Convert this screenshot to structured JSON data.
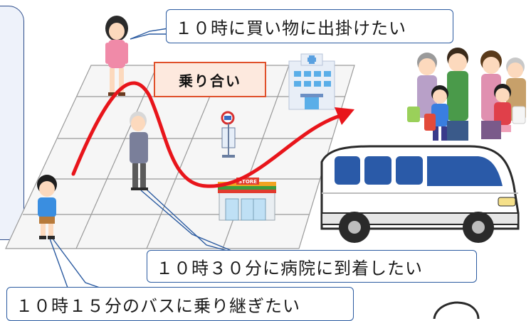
{
  "callouts": {
    "woman": "１０時に買い物に出掛けたい",
    "elder": "１０時３０分に病院に到着したい",
    "boy": "１０時１５分のバスに乗り継ぎたい"
  },
  "badge": {
    "label": "乗り合い"
  },
  "store_sign": "STORE",
  "colors": {
    "route_arrow": "#e8151b",
    "callout_border": "#2a5aa0",
    "badge_border": "#e0502a",
    "badge_fill": "#fde9de"
  },
  "icons": [
    "woman-figure",
    "boy-figure",
    "elderly-man-figure",
    "hospital-icon",
    "bus-stop-icon",
    "convenience-store-icon",
    "family-group-icon",
    "minibus-icon",
    "route-arrow"
  ]
}
